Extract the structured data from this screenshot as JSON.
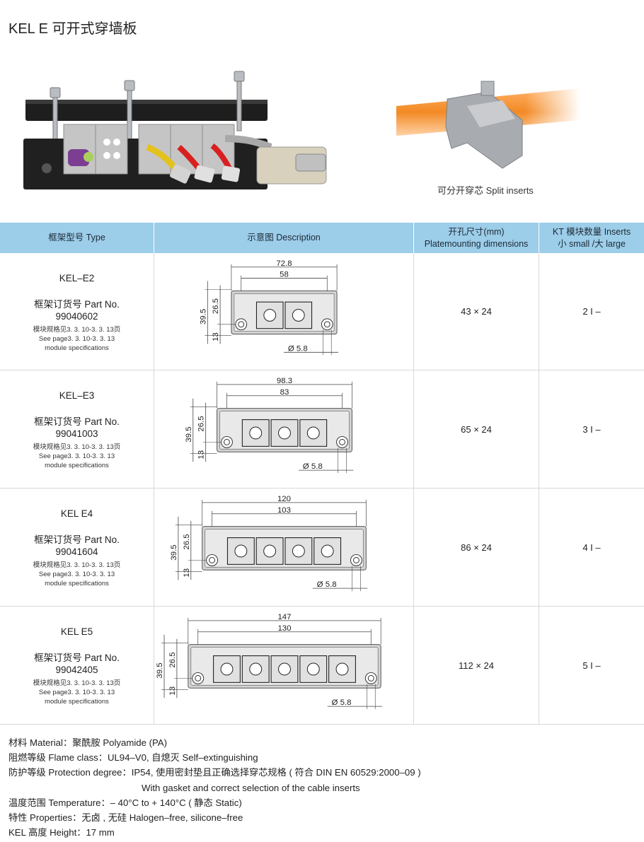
{
  "title": "KEL E 可开式穿墙板",
  "split_caption": "可分开穿芯 Split inserts",
  "table": {
    "headers": {
      "type": "框架型号 Type",
      "description": "示意图 Description",
      "dims_cn": "开孔尺寸(mm)",
      "dims_en": "Platemounting dimensions",
      "inserts_line1": "KT 模块数量 Inserts",
      "inserts_line2": "小 small /大 large"
    },
    "part_label": "框架订货号 Part No.",
    "spec_cn": "模块规格见3. 3. 10-3. 3. 13页",
    "spec_en": "See page3. 3. 10-3. 3. 13",
    "spec_mod": "module specifications",
    "rows": [
      {
        "type": "KEL–E2",
        "part_no": "99040602",
        "outer": "72.8",
        "inner": "58",
        "h_total": "39.5",
        "h_upper": "26.5",
        "h_lower": "13",
        "hole": "Ø 5.8",
        "dims": "43 × 24",
        "inserts": "2 I –",
        "modules": 2
      },
      {
        "type": "KEL–E3",
        "part_no": "99041003",
        "outer": "98.3",
        "inner": "83",
        "h_total": "39.5",
        "h_upper": "26.5",
        "h_lower": "13",
        "hole": "Ø 5.8",
        "dims": "65 × 24",
        "inserts": "3 I –",
        "modules": 3
      },
      {
        "type": "KEL E4",
        "part_no": "99041604",
        "outer": "120",
        "inner": "103",
        "h_total": "39.5",
        "h_upper": "26.5",
        "h_lower": "13",
        "hole": "Ø 5.8",
        "dims": "86 × 24",
        "inserts": "4 I –",
        "modules": 4
      },
      {
        "type": "KEL E5",
        "part_no": "99042405",
        "outer": "147",
        "inner": "130",
        "h_total": "39.5",
        "h_upper": "26.5",
        "h_lower": "13",
        "hole": "Ø 5.8",
        "dims": "112 × 24",
        "inserts": "5 I –",
        "modules": 5
      }
    ]
  },
  "specs": {
    "material": "材料 Material：聚酰胺 Polyamide (PA)",
    "flame": "阻燃等级 Flame class：UL94–V0, 自熄灭 Self–extinguishing",
    "protection": "防护等级 Protection degree：IP54, 使用密封垫且正确选择穿芯规格 ( 符合 DIN EN 60529:2000–09 )",
    "protection_en": "With gasket and correct selection of the cable inserts",
    "temperature": "温度范围 Temperature：– 40°C to + 140°C ( 静态 Static)",
    "properties": "特性 Properties：无卤 , 无硅 Halogen–free, silicone–free",
    "height": "KEL 高度 Height：17 mm"
  }
}
